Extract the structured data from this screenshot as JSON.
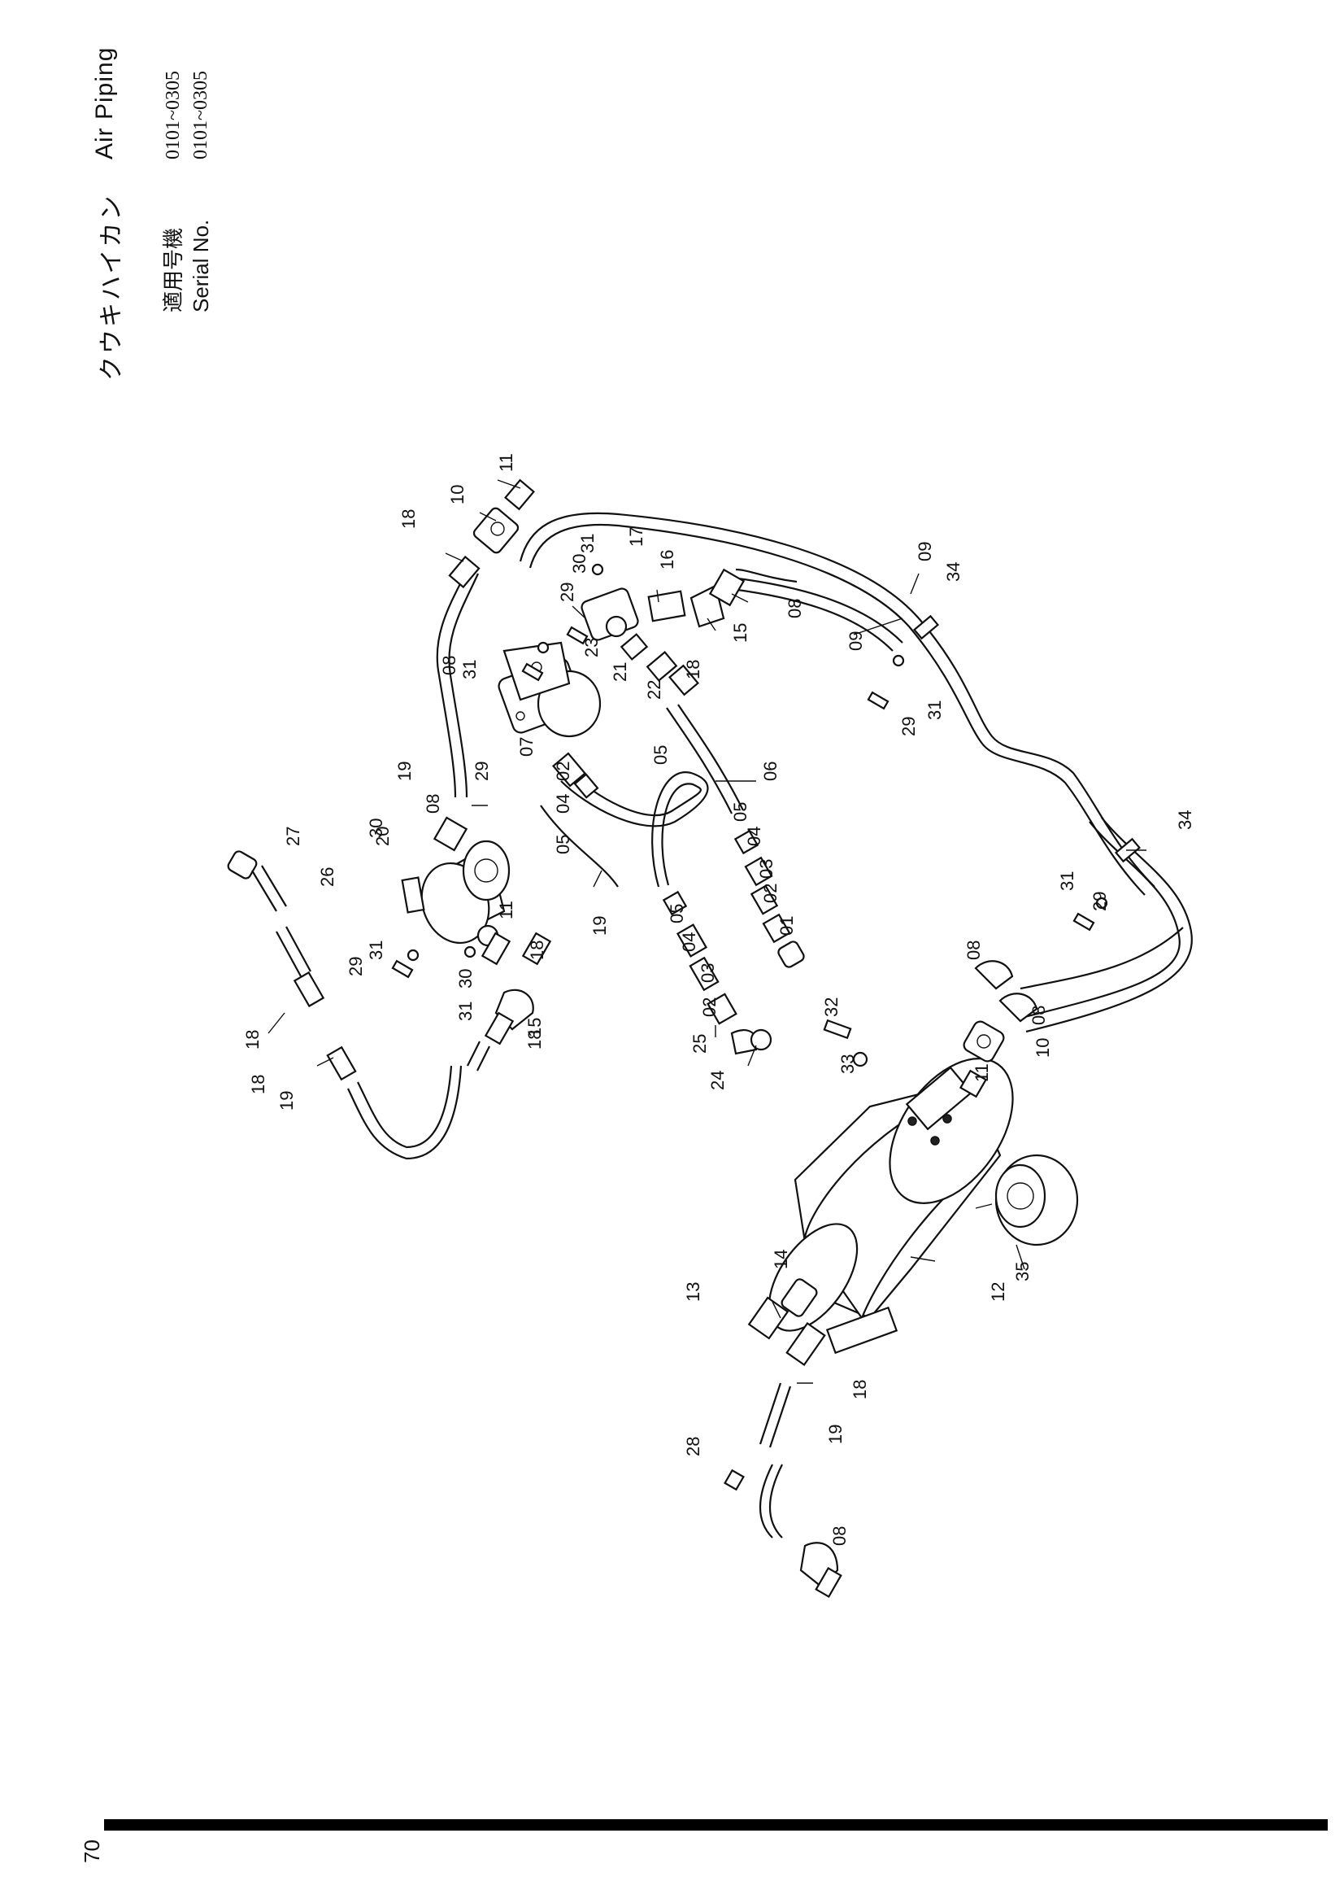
{
  "header": {
    "title_jp": "クウキハイカン",
    "title_en": "Air Piping",
    "serial_label_jp": "適用号機",
    "serial_label_en": "Serial No.",
    "serial_range_jp": "0101~0305",
    "serial_range_en": "0101~0305"
  },
  "diagram": {
    "part_labels": [
      "01",
      "02",
      "03",
      "04",
      "05",
      "06",
      "07",
      "08",
      "09",
      "10",
      "11",
      "12",
      "13",
      "14",
      "15",
      "16",
      "17",
      "18",
      "19",
      "20",
      "21",
      "22",
      "23",
      "24",
      "25",
      "26",
      "27",
      "28",
      "29",
      "30",
      "31",
      "32",
      "33",
      "34",
      "35"
    ]
  },
  "footer": {
    "page_number": "70"
  }
}
